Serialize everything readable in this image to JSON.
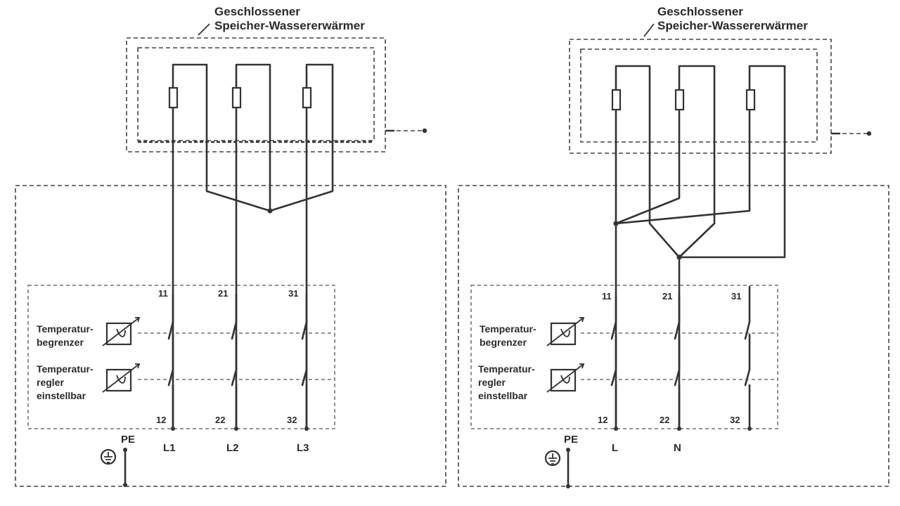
{
  "left": {
    "title_line1": "Geschlossener",
    "title_line2": "Speicher-Wassererwärmer",
    "limiter_line1": "Temperatur-",
    "limiter_line2": "begrenzer",
    "regulator_line1": "Temperatur-",
    "regulator_line2": "regler",
    "regulator_line3": "einstellbar",
    "terminals_top": [
      "11",
      "21",
      "31"
    ],
    "terminals_bottom": [
      "12",
      "22",
      "32"
    ],
    "phases": [
      "L1",
      "L2",
      "L3"
    ],
    "pe": "PE",
    "ground_symbol": "⏚"
  },
  "right": {
    "title_line1": "Geschlossener",
    "title_line2": "Speicher-Wassererwärmer",
    "limiter_line1": "Temperatur-",
    "limiter_line2": "begrenzer",
    "regulator_line1": "Temperatur-",
    "regulator_line2": "regler",
    "regulator_line3": "einstellbar",
    "terminals_top": [
      "11",
      "21",
      "31"
    ],
    "terminals_bottom": [
      "12",
      "22",
      "32"
    ],
    "phases": [
      "L",
      "N"
    ],
    "pe": "PE",
    "ground_symbol": "⏚"
  }
}
